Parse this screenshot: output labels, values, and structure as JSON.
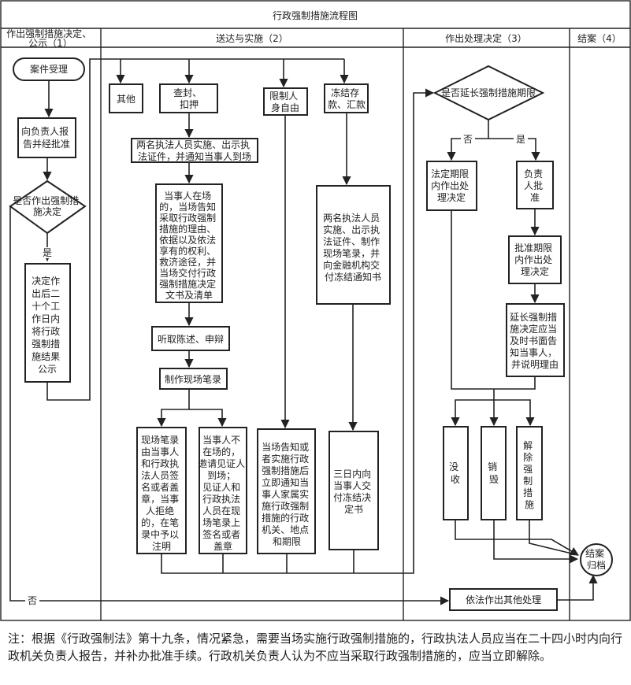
{
  "title": "行政强制措施流程图",
  "columns": {
    "col1": [
      "作出强制措施决定、",
      "公示（1）"
    ],
    "col2": "送达与实施（2）",
    "col3": "作出处理决定（3）",
    "col4": "结案（4）"
  },
  "nodes": {
    "case_accept": "案件受理",
    "report_approve": [
      "向负责人报",
      "告并经批准"
    ],
    "decide_q": [
      "是否作出强制措",
      "施决定"
    ],
    "publish": [
      "决定作",
      "出后二",
      "十个工",
      "作日内",
      "将行政",
      "强制措",
      "施结果",
      "公示"
    ],
    "other": "其他",
    "seal": [
      "查封、",
      "扣押"
    ],
    "restrict": [
      "限制人",
      "身自由"
    ],
    "freeze": [
      "冻结存",
      "款、汇款"
    ],
    "two_officers": [
      "两名执法人员实施、出示执",
      "法证件，并通知当事人到场"
    ],
    "present": [
      "当事人在场",
      "的，当场告知",
      "采取行政强制",
      "措施的理由、",
      "依据以及依法",
      "享有的权利、",
      "救济途径，并",
      "当场交付行政",
      "强制措施决定",
      "文书及清单"
    ],
    "hear": "听取陈述、申辩",
    "record": "制作现场笔录",
    "sign": [
      "现场笔录",
      "由当事人",
      "和行政执",
      "法人员签",
      "名或者盖",
      "章，当事",
      "人拒绝",
      "的，在笔",
      "录中予以",
      "注明"
    ],
    "absent": [
      "当事人不",
      "在场的，",
      "邀请见证人",
      "到场；",
      "见证人和",
      "行政执法",
      "人员在现",
      "场笔录上",
      "签名或者",
      "盖章"
    ],
    "notify_family": [
      "当场告知或",
      "者实施行政",
      "强制措施后",
      "立即通知当",
      "事人家属实",
      "施行政强制",
      "措施的行政",
      "机关、地点",
      "和期限"
    ],
    "freeze_notice": [
      "两名执法人员",
      "实施、出示执",
      "法证件、制作",
      "现场笔录，并",
      "向金融机构交",
      "付冻结通知书"
    ],
    "freeze_deliver": [
      "三日内向",
      "当事人交",
      "付冻结决",
      "定书"
    ],
    "extend_q": "是否延长强制措施期限",
    "legal_decide": [
      "法定期限",
      "内作出处",
      "理决定"
    ],
    "approve": [
      "负责",
      "人批",
      "准"
    ],
    "approved_decide": [
      "批准期限",
      "内作出处",
      "理决定"
    ],
    "extend_notice": [
      "延长强制措",
      "施决定应当",
      "及时书面告",
      "知当事人，",
      "并说明理由"
    ],
    "confiscate": [
      "没",
      "收"
    ],
    "destroy": [
      "销",
      "毁"
    ],
    "release": [
      "解",
      "除",
      "强",
      "制",
      "措",
      "施"
    ],
    "close": [
      "结案",
      "归档"
    ],
    "other_handle": "依法作出其他处理"
  },
  "labels": {
    "yes": "是",
    "no": "否"
  },
  "note": "注：根据《行政强制法》第十九条，情况紧急，需要当场实施行政强制措施的，行政执法人员应当在二十四小时内向行政机关负责人报告，并补办批准手续。行政机关负责人认为不应当采取行政强制措施的，应当立即解除。"
}
